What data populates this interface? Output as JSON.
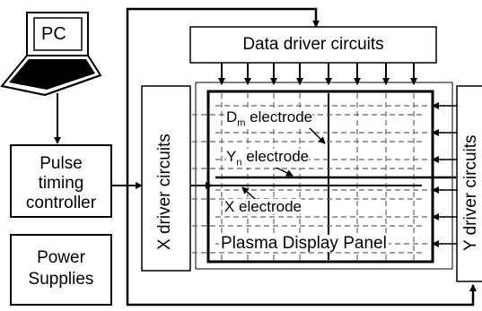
{
  "pc": {
    "label": "PC"
  },
  "pulse_timing": {
    "lines": [
      "Pulse",
      "timing",
      "controller"
    ]
  },
  "power_supplies": {
    "lines": [
      "Power",
      "Supplies"
    ]
  },
  "data_driver": {
    "label": "Data driver circuits"
  },
  "x_driver": {
    "label": "X driver circuits"
  },
  "y_driver": {
    "label": "Y driver circuits"
  },
  "panel": {
    "dm_main": "D",
    "dm_sub": "m",
    "dm_rest": " electrode",
    "yn_main": "Y",
    "yn_sub": "n",
    "yn_rest": " electrode",
    "x_electrode": "X electrode",
    "panel_label": "Plasma Display Panel"
  }
}
